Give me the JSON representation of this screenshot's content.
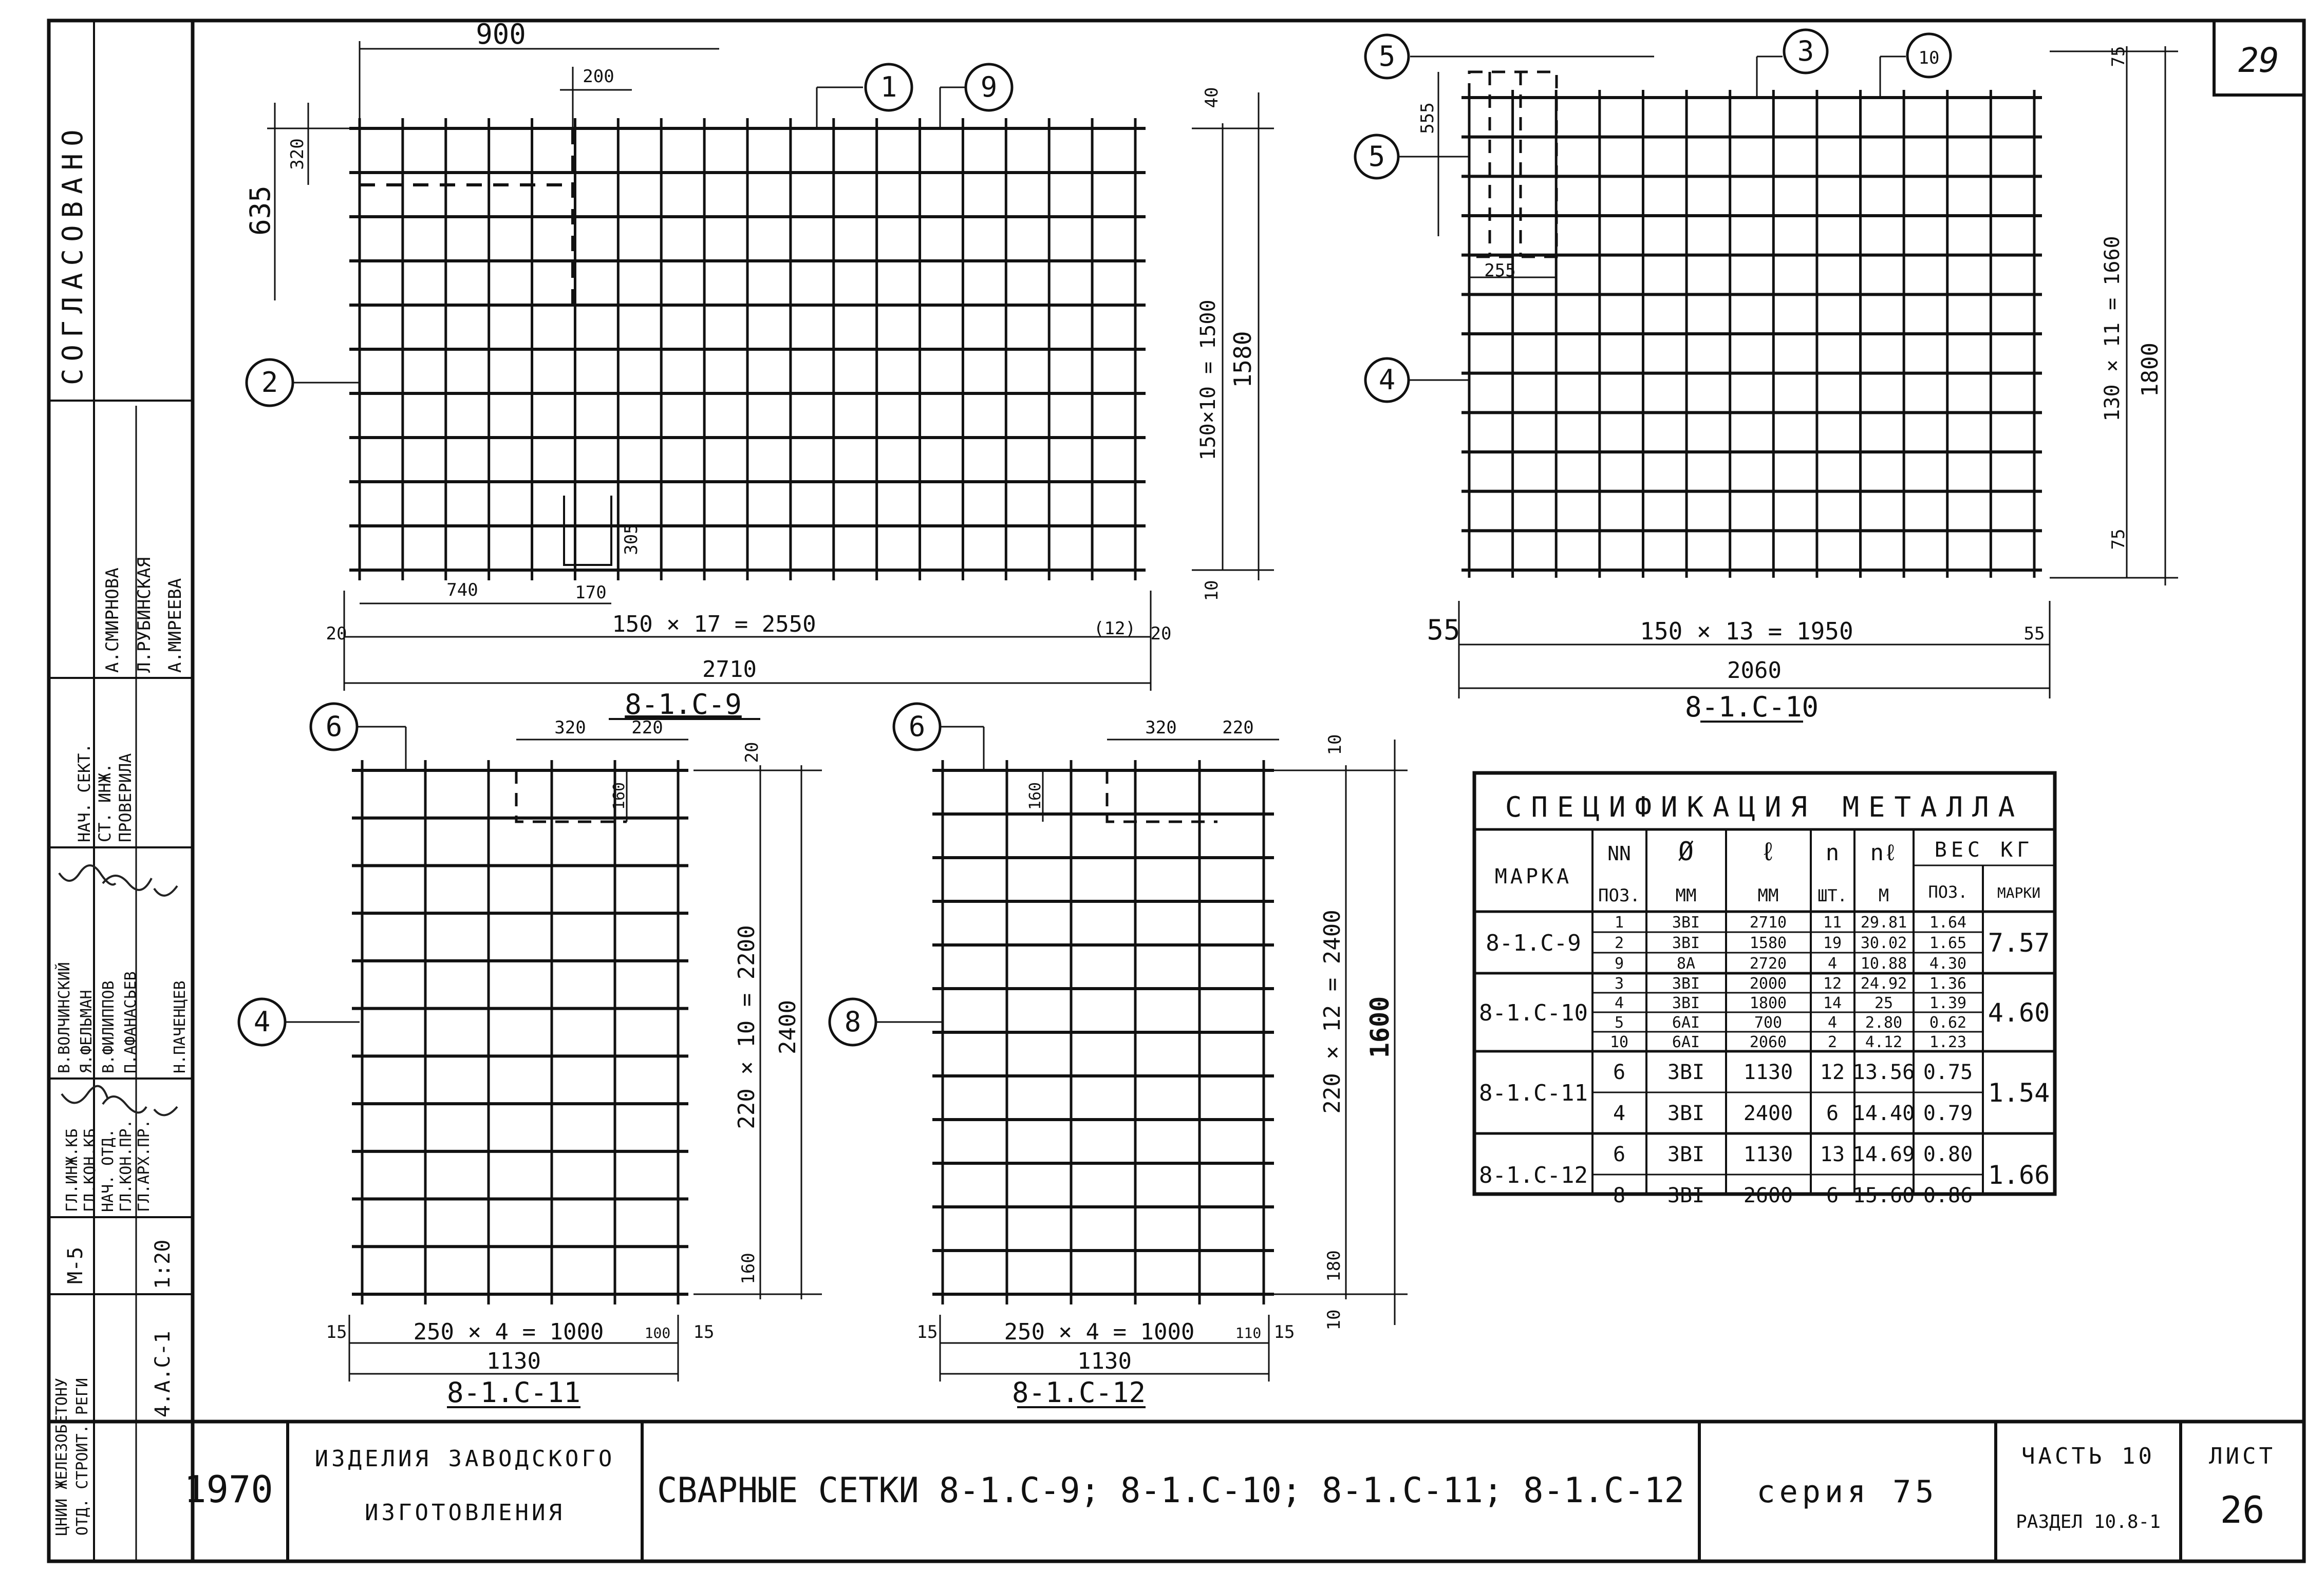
{
  "sheet_number": "29",
  "title_block": {
    "year": "1970",
    "product_line1": "ИЗДЕЛИЯ ЗАВОДСКОГО",
    "product_line2": "ИЗГОТОВЛЕНИЯ",
    "title": "СВАРНЫЕ СЕТКИ 8-1.С-9; 8-1.С-10; 8-1.С-11; 8-1.С-12",
    "series": "серия 75",
    "part": "ЧАСТЬ 10",
    "section": "РАЗДЕЛ 10.8-1",
    "sheet_label": "ЛИСТ",
    "sheet": "26"
  },
  "side_stamp": {
    "agreed": "СОГЛАСОВАНО",
    "signers": [
      "А.СМИРНОВА",
      "Л.РУБИНСКАЯ",
      "А.МИРЕЕВА"
    ],
    "roles_upper": [
      "НАЧ. СЕКТ.",
      "СТ. ИНЖ.",
      "ПРОВЕРИЛА"
    ],
    "names_upper": [
      "В.ВОЛЧИНСКИЙ",
      "Я.ФЕЛЬМАН",
      "В.ФИЛИППОВ",
      "П.АФАНАСЬЕВ",
      "Н.ПАЧЕНЦЕВ"
    ],
    "roles_lower": [
      "ГЛ.ИНЖ.КБ",
      "ГЛ.КОН.КБ",
      "НАЧ. ОТД.",
      "ГЛ.КОН.ПР.",
      "ГЛ.АРХ.ПР."
    ],
    "mark": "М-5",
    "scale": "1:20",
    "org": "ЦНИИ ЖЕЛЕЗОБЕТОНУ",
    "org2": "ОТД. СТРОИТ. РЕГИ",
    "code": "4.А.С-1"
  },
  "meshes": {
    "c9": {
      "label": "8-1.С-9",
      "callouts": [
        "1",
        "9",
        "2"
      ],
      "dims": {
        "top_900": "900",
        "top_200": "200",
        "left_635": "635",
        "left_320": "320",
        "right_40": "40",
        "right_inner": "150×10 = 1500",
        "right_outer": "1580",
        "bottom_10": "10",
        "opening_305": "305",
        "b_740": "740",
        "b_170": "170",
        "b_20a": "20",
        "b_main": "150 × 17 = 2550",
        "b_20b": "20",
        "b_120": "(12)",
        "b_total": "2710"
      }
    },
    "c10": {
      "label": "8-1.С-10",
      "callouts": [
        "5",
        "5",
        "3",
        "10",
        "4"
      ],
      "dims": {
        "top_75": "75",
        "left_555": "555",
        "inner_255": "255",
        "right_inner": "130 × 11 = 1660",
        "right_outer": "1800",
        "bottom_75": "75",
        "b_55a": "55",
        "b_main": "150 × 13 = 1950",
        "b_55b": "55",
        "b_total": "2060"
      }
    },
    "c11": {
      "label": "8-1.С-11",
      "callouts": [
        "6",
        "4"
      ],
      "dims": {
        "top_320": "320",
        "top_220": "220",
        "inner_160": "160",
        "right_20": "20",
        "right_inner": "220 × 10 = 2200",
        "right_outer": "2400",
        "bottom_160": "160",
        "b_15a": "15",
        "b_main": "250 × 4 = 1000",
        "b_100": "100",
        "b_15b": "15",
        "b_total": "1130"
      }
    },
    "c12": {
      "label": "8-1.С-12",
      "callouts": [
        "6",
        "8"
      ],
      "dims": {
        "top_320": "320",
        "top_220": "220",
        "inner_160": "160",
        "right_10": "10",
        "right_inner": "220 × 12 = 2400",
        "right_outer": "1600",
        "bottom_180": "180",
        "bottom_10": "10",
        "b_15a": "15",
        "b_main": "250 × 4 = 1000",
        "b_110": "110",
        "b_15b": "15",
        "b_total": "1130"
      }
    }
  },
  "spec_table": {
    "title": "СПЕЦИФИКАЦИЯ МЕТАЛЛА",
    "h_mark": "МАРКА",
    "h_nn": "NN",
    "h_pos": "ПОЗ.",
    "h_d": "Ø",
    "h_mm": "ММ",
    "h_l": "ℓ",
    "h_mm2": "ММ",
    "h_n": "n",
    "h_pcs": "ШТ.",
    "h_nl": "nℓ",
    "h_m": "М",
    "h_weight": "ВЕС КГ",
    "h_wpos": "ПОЗ.",
    "h_wmark": "МАРКИ",
    "groups": [
      {
        "mark": "8-1.С-9",
        "total": "7.57",
        "rows": [
          {
            "pos": "1",
            "d": "3BI",
            "l": "2710",
            "n": "11",
            "nl": "29.81",
            "w": "1.64"
          },
          {
            "pos": "2",
            "d": "3BI",
            "l": "1580",
            "n": "19",
            "nl": "30.02",
            "w": "1.65"
          },
          {
            "pos": "9",
            "d": "8A",
            "l": "2720",
            "n": "4",
            "nl": "10.88",
            "w": "4.30"
          }
        ]
      },
      {
        "mark": "8-1.С-10",
        "total": "4.60",
        "rows": [
          {
            "pos": "3",
            "d": "3BI",
            "l": "2000",
            "n": "12",
            "nl": "24.92",
            "w": "1.36"
          },
          {
            "pos": "4",
            "d": "3BI",
            "l": "1800",
            "n": "14",
            "nl": "25",
            "w": "1.39"
          },
          {
            "pos": "5",
            "d": "6AI",
            "l": "700",
            "n": "4",
            "nl": "2.80",
            "w": "0.62"
          },
          {
            "pos": "10",
            "d": "6AI",
            "l": "2060",
            "n": "2",
            "nl": "4.12",
            "w": "1.23"
          }
        ]
      },
      {
        "mark": "8-1.С-11",
        "total": "1.54",
        "rows": [
          {
            "pos": "6",
            "d": "3BI",
            "l": "1130",
            "n": "12",
            "nl": "13.56",
            "w": "0.75"
          },
          {
            "pos": "4",
            "d": "3BI",
            "l": "2400",
            "n": "6",
            "nl": "14.40",
            "w": "0.79"
          }
        ]
      },
      {
        "mark": "8-1.С-12",
        "total": "1.66",
        "rows": [
          {
            "pos": "6",
            "d": "3BI",
            "l": "1130",
            "n": "13",
            "nl": "14.69",
            "w": "0.80"
          },
          {
            "pos": "8",
            "d": "3BI",
            "l": "2600",
            "n": "6",
            "nl": "15.60",
            "w": "0.86"
          }
        ]
      }
    ]
  }
}
